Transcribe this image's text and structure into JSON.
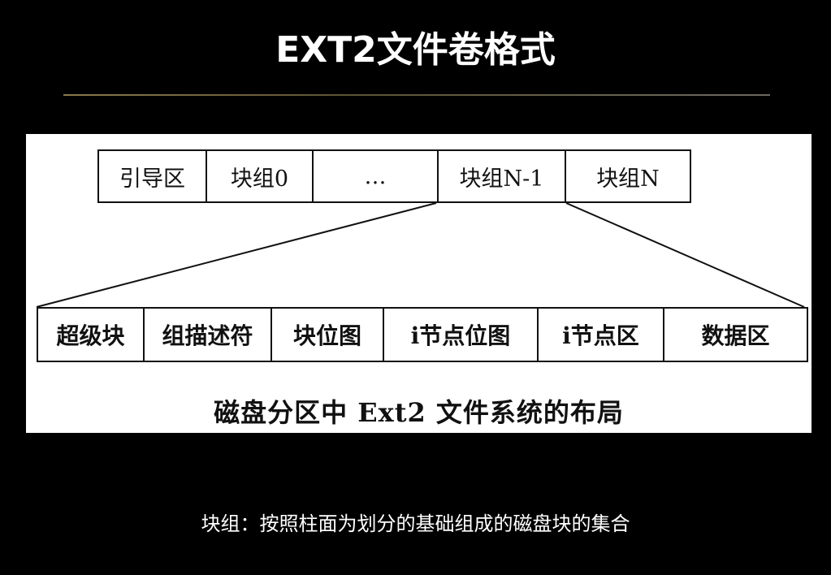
{
  "title": "EXT2文件卷格式",
  "diagram": {
    "top_row": [
      "引导区",
      "块组0",
      "…",
      "块组N-1",
      "块组N"
    ],
    "bottom_row": [
      "超级块",
      "组描述符",
      "块位图",
      "i节点位图",
      "i节点区",
      "数据区"
    ],
    "caption": "磁盘分区中 Ext2 文件系统的布局"
  },
  "footnote": "块组：按照柱面为划分的基础组成的磁盘块的集合"
}
